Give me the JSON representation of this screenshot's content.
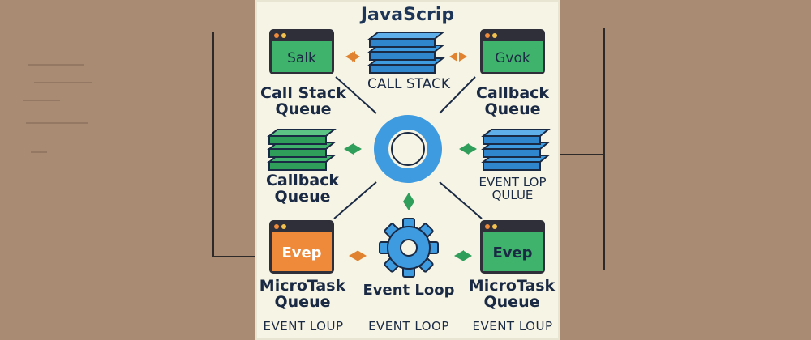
{
  "title": "JavaScrip",
  "windows": {
    "top_left": "Salk",
    "top_right": "Gvok",
    "bottom_left": "Evep",
    "bottom_right": "Evep"
  },
  "labels": {
    "call_stack_center": "CALL STACK",
    "call_stack_queue_1": "Call Stack",
    "call_stack_queue_2": "Queue",
    "callback_queue_tr_1": "Callback",
    "callback_queue_tr_2": "Queue",
    "callback_queue_ml_1": "Callback",
    "callback_queue_ml_2": "Queue",
    "event_lop_1": "EVENT LOP",
    "event_lop_2": "QULUE",
    "microtask_left_1": "MicroTask",
    "microtask_left_2": "Queue",
    "event_loop_center": "Event Loop",
    "microtask_right_1": "MicroTask",
    "microtask_right_2": "Queue",
    "footer_left": "EVENT LOUP",
    "footer_center": "EVENT LOOP",
    "footer_right": "EVENT LOUP"
  },
  "colors": {
    "green": "#3fb36b",
    "blue": "#3e9be0",
    "orange": "#ee8a3a",
    "navy": "#1b2a44",
    "arrow_orange": "#e0822f",
    "arrow_green": "#2f9e5a"
  }
}
